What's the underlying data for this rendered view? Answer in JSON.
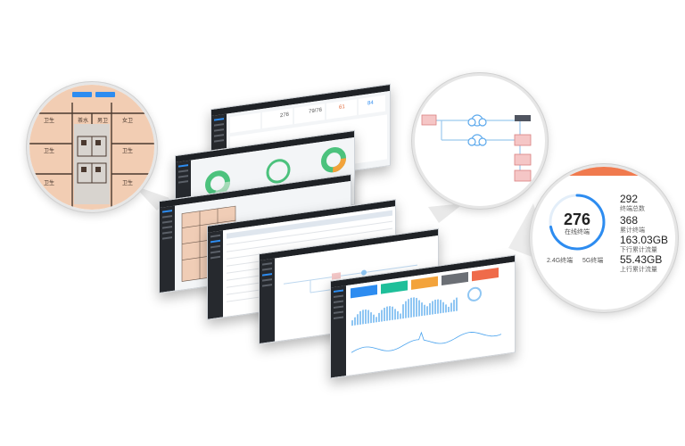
{
  "zoom_floorplan": {
    "button_labels": [
      "",
      ""
    ],
    "room_labels": [
      "卫生",
      "卫生",
      "茶水",
      "男卫",
      "女卫",
      "卫生",
      "卫生",
      "卫生"
    ],
    "accent": "#e8b89a"
  },
  "zoom_topology": {
    "cloud_icons": [
      "cloud-icon",
      "cloud-icon"
    ],
    "device_icons": [
      "server-icon",
      "router-icon",
      "alert-icon",
      "alert-icon"
    ]
  },
  "zoom_stats": {
    "ring": {
      "value": "276",
      "label": "在线终端",
      "fraction": 0.72
    },
    "ring_subs": [
      {
        "value": "2.4G终端"
      },
      {
        "value": "5G终端"
      }
    ],
    "stats": [
      {
        "value": "292",
        "label": "终端总数"
      },
      {
        "value": "368",
        "label": "累计终端"
      },
      {
        "value": "163.03GB",
        "label": "下行累计流量"
      },
      {
        "value": "55.43GB",
        "label": "上行累计流量"
      }
    ],
    "accent": "#2d8cf0",
    "top_strip_color": "#f07a4e"
  },
  "main_dashboard": {
    "cards": [
      {
        "color": "#2d8cf0"
      },
      {
        "color": "#1fbf9a"
      },
      {
        "color": "#f3a33b"
      },
      {
        "color": "#6b6f75"
      },
      {
        "color": "#ef6b4a"
      }
    ],
    "chart_colors": {
      "bars": "#8fc6f3",
      "line": "#4aa3ee"
    }
  },
  "dashboard_overview": {
    "stat_values": [
      "276",
      "79/76",
      "61",
      "84"
    ]
  }
}
